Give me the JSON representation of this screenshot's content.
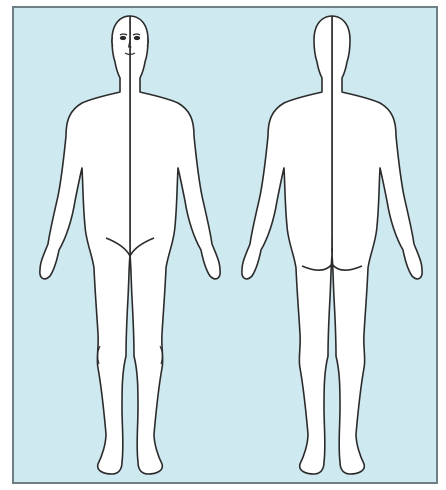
{
  "diagram": {
    "type": "body-outline-chart",
    "views": [
      {
        "view": "front"
      },
      {
        "view": "back"
      }
    ]
  },
  "colors": {
    "panel_background": "#cfe9f1",
    "panel_border": "#6e7f86",
    "figure_fill": "#ffffff",
    "figure_outline": "#2b2b2b"
  },
  "icons": {
    "front_view": "human-figure-front",
    "back_view": "human-figure-back"
  }
}
